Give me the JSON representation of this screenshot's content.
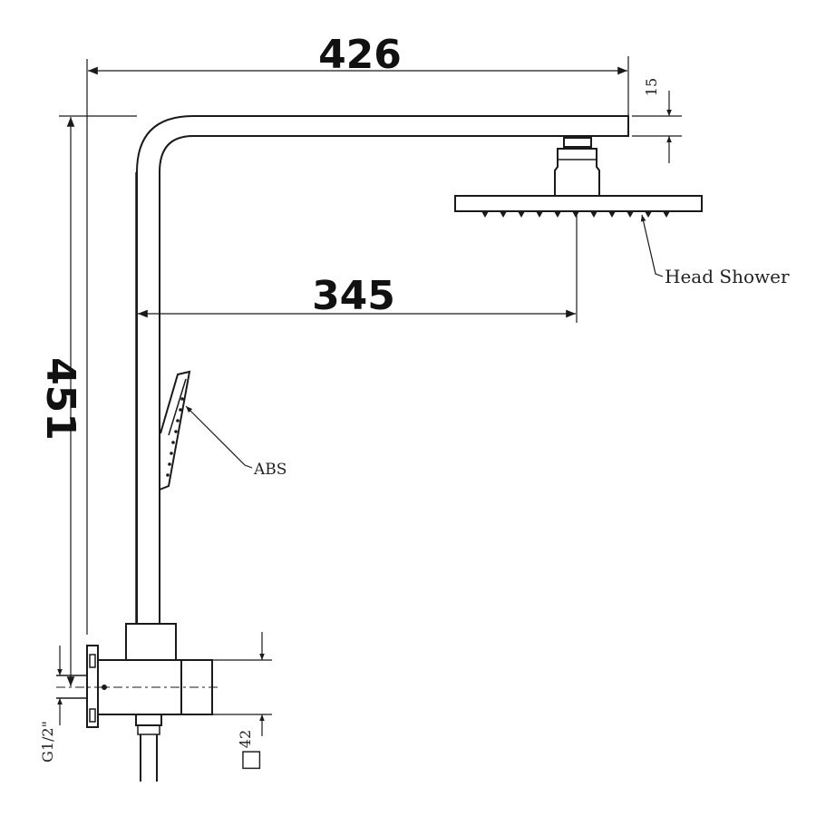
{
  "dimensions": {
    "overall_width": "426",
    "arm_reach": "345",
    "overall_height": "451",
    "arm_thickness": "15",
    "body_height": "42",
    "inlet_thread": "G1/2\""
  },
  "callouts": {
    "head_shower": "Head Shower",
    "handset_material": "ABS"
  },
  "symbols": {
    "square_section": "□"
  },
  "colors": {
    "line": "#1a1a1a",
    "background": "#ffffff"
  }
}
